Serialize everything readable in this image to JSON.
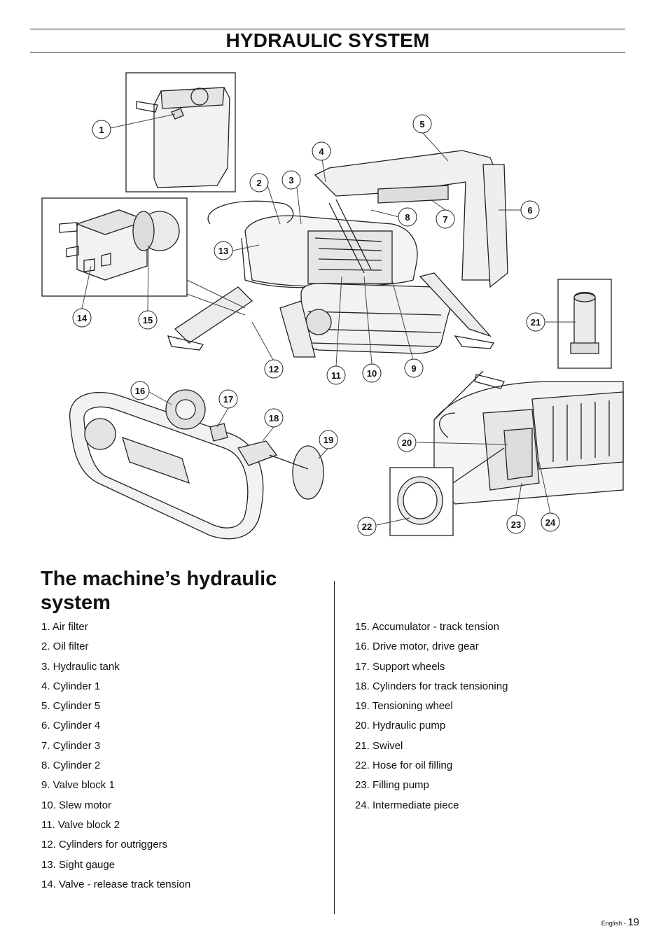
{
  "header": {
    "title": "HYDRAULIC SYSTEM"
  },
  "diagram": {
    "callouts": [
      "1",
      "2",
      "3",
      "4",
      "5",
      "6",
      "7",
      "8",
      "9",
      "10",
      "11",
      "12",
      "13",
      "14",
      "15",
      "16",
      "17",
      "18",
      "19",
      "20",
      "21",
      "22",
      "23",
      "24"
    ]
  },
  "section": {
    "title": "The machine’s hydraulic system"
  },
  "parts_left": [
    "1. Air filter",
    "2. Oil filter",
    "3. Hydraulic tank",
    "4. Cylinder 1",
    "5. Cylinder 5",
    "6. Cylinder 4",
    "7. Cylinder 3",
    "8. Cylinder 2",
    "9. Valve block 1",
    "10. Slew motor",
    "11. Valve block 2",
    "12. Cylinders for outriggers",
    "13. Sight gauge",
    "14. Valve - release track tension"
  ],
  "parts_right": [
    "15. Accumulator - track tension",
    "16. Drive motor, drive gear",
    "17. Support wheels",
    "18. Cylinders for track tensioning",
    "19. Tensioning wheel",
    "20. Hydraulic pump",
    "21. Swivel",
    "22. Hose for oil filling",
    "23. Filling pump",
    "24. Intermediate piece"
  ],
  "footer": {
    "language": "English - ",
    "page_number": "19"
  }
}
